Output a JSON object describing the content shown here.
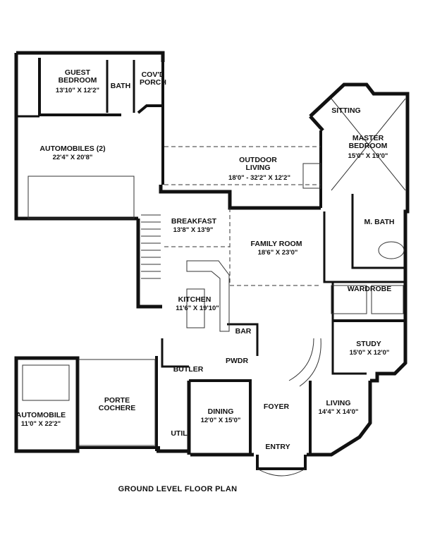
{
  "title": "GROUND LEVEL FLOOR PLAN",
  "rooms": [
    {
      "id": "guest-bedroom",
      "name": "GUEST\nBEDROOM",
      "dims": "13'10\" X 12'2\""
    },
    {
      "id": "bath",
      "name": "BATH",
      "dims": ""
    },
    {
      "id": "covd-porch",
      "name": "COV'D\nPORCH",
      "dims": ""
    },
    {
      "id": "automobiles",
      "name": "AUTOMOBILES (2)",
      "dims": "22'4\" X 20'8\""
    },
    {
      "id": "outdoor-living",
      "name": "OUTDOOR\nLIVING",
      "dims": "18'0\" - 32'2\" X 12'2\""
    },
    {
      "id": "sitting",
      "name": "SITTING",
      "dims": ""
    },
    {
      "id": "master-bedroom",
      "name": "MASTER\nBEDROOM",
      "dims": "15'0\" X 19'0\""
    },
    {
      "id": "breakfast",
      "name": "BREAKFAST",
      "dims": "13'8\" X 13'9\""
    },
    {
      "id": "family-room",
      "name": "FAMILY ROOM",
      "dims": "18'6\" X 23'0\""
    },
    {
      "id": "m-bath",
      "name": "M. BATH",
      "dims": ""
    },
    {
      "id": "wardrobe",
      "name": "WARDROBE",
      "dims": ""
    },
    {
      "id": "kitchen",
      "name": "KITCHEN",
      "dims": "11'6\" X 19'10\""
    },
    {
      "id": "bar",
      "name": "BAR",
      "dims": ""
    },
    {
      "id": "study",
      "name": "STUDY",
      "dims": "15'0\" X 12'0\""
    },
    {
      "id": "butler",
      "name": "BUTLER",
      "dims": ""
    },
    {
      "id": "pwdr",
      "name": "PWDR",
      "dims": ""
    },
    {
      "id": "porte-cochere",
      "name": "PORTE\nCOCHERE",
      "dims": ""
    },
    {
      "id": "automobile",
      "name": "AUTOMOBILE",
      "dims": "11'0\" X 22'2\""
    },
    {
      "id": "dining",
      "name": "DINING",
      "dims": "12'0\" X 15'0\""
    },
    {
      "id": "foyer",
      "name": "FOYER",
      "dims": ""
    },
    {
      "id": "living",
      "name": "LIVING",
      "dims": "14'4\" X 14'0\""
    },
    {
      "id": "util",
      "name": "UTIL",
      "dims": ""
    },
    {
      "id": "entry",
      "name": "ENTRY",
      "dims": ""
    }
  ]
}
